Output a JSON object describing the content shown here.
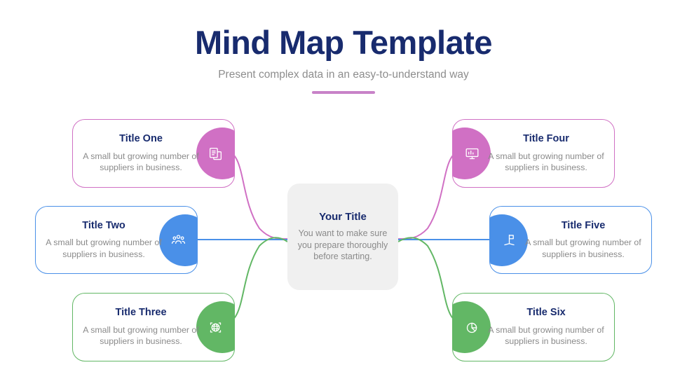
{
  "header": {
    "title": "Mind Map Template",
    "subtitle": "Present complex data in an easy-to-understand way",
    "accent_color": "#c882c8"
  },
  "center": {
    "title": "Your Title",
    "description": "You want to make sure you prepare thoroughly before starting.",
    "background_color": "#f0f0f0"
  },
  "theme": {
    "title_color": "#182b6e",
    "body_text_color": "#8a8a8a",
    "pink": "#d070c4",
    "blue": "#4a90e8",
    "green": "#62b765",
    "page_background": "#ffffff"
  },
  "branches": [
    {
      "id": "one",
      "title": "Title One",
      "description": "A small but growing number of suppliers in business.",
      "color": "#d070c4",
      "icon": "documents-copy-icon",
      "side": "left"
    },
    {
      "id": "two",
      "title": "Title Two",
      "description": "A small but growing number of suppliers in business.",
      "color": "#4a90e8",
      "icon": "people-group-icon",
      "side": "left"
    },
    {
      "id": "three",
      "title": "Title Three",
      "description": "A small but growing number of suppliers in business.",
      "color": "#62b765",
      "icon": "globe-network-icon",
      "side": "left"
    },
    {
      "id": "four",
      "title": "Title Four",
      "description": "A small but growing number of suppliers in business.",
      "color": "#d070c4",
      "icon": "monitor-presentation-icon",
      "side": "right"
    },
    {
      "id": "five",
      "title": "Title Five",
      "description": "A small but growing number of suppliers in business.",
      "color": "#4a90e8",
      "icon": "flag-goal-icon",
      "side": "right"
    },
    {
      "id": "six",
      "title": "Title Six",
      "description": "A small but growing number of suppliers in business.",
      "color": "#62b765",
      "icon": "pie-chart-icon",
      "side": "right"
    }
  ]
}
